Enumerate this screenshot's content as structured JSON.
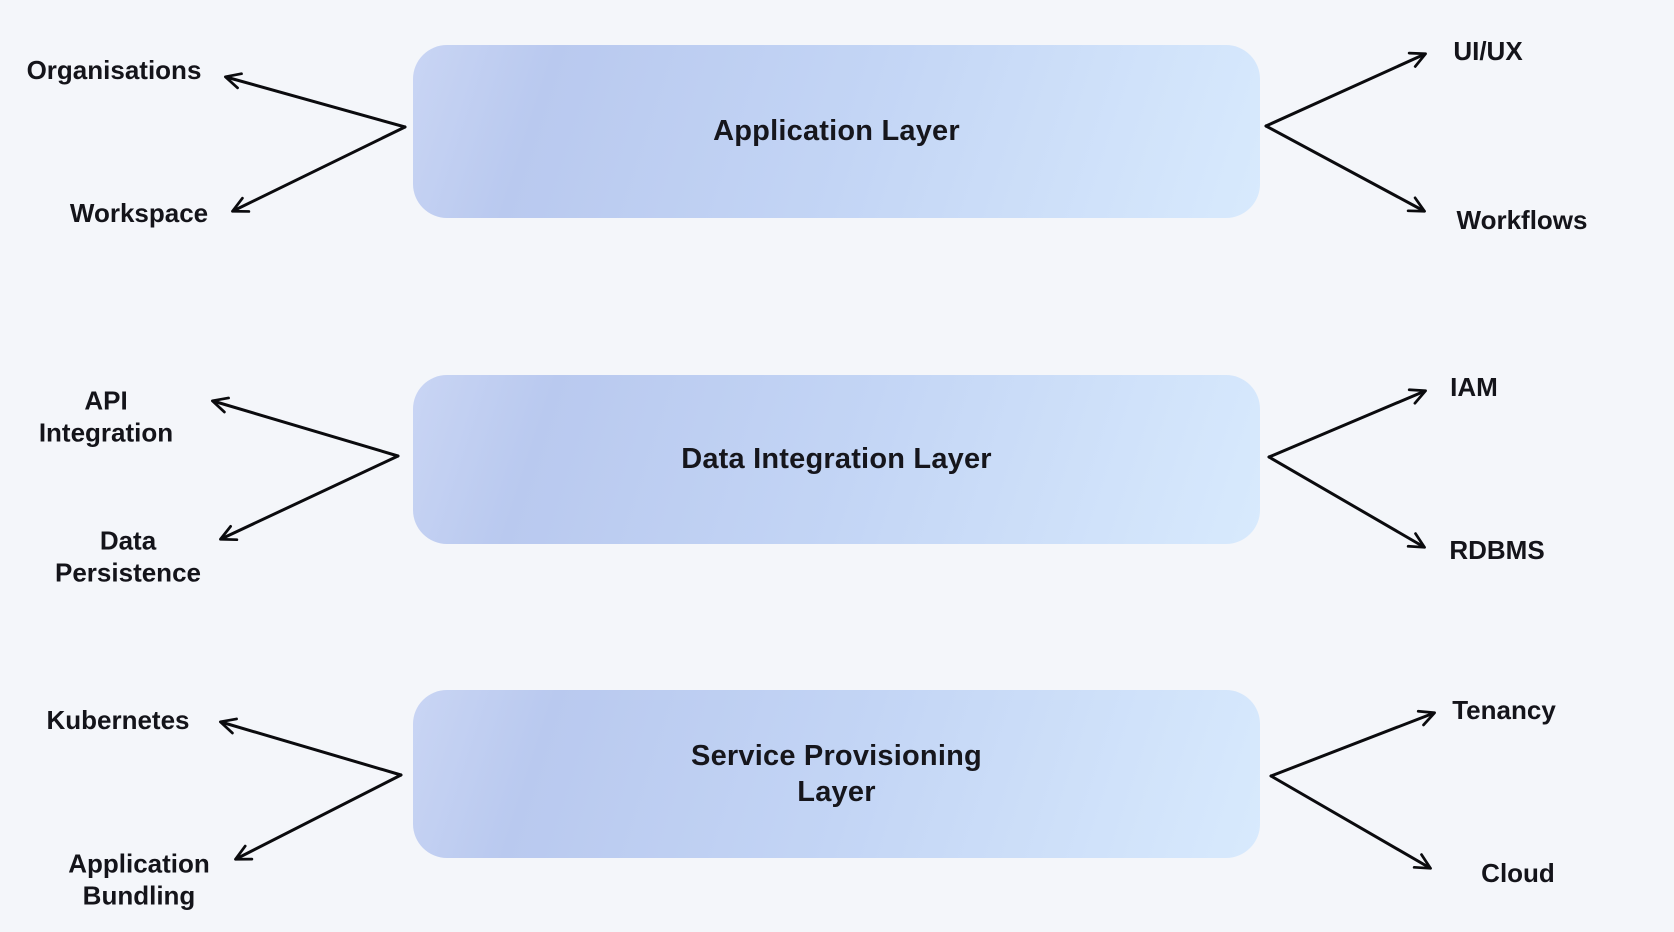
{
  "diagram": {
    "layers": [
      {
        "title": "Application  Layer",
        "left_nodes": [
          "Organisations",
          "Workspace"
        ],
        "right_nodes": [
          "UI/UX",
          "Workflows"
        ]
      },
      {
        "title": "Data Integration Layer",
        "left_nodes": [
          "API Integration",
          "Data Persistence"
        ],
        "right_nodes": [
          "IAM",
          "RDBMS"
        ]
      },
      {
        "title": "Service Provisioning Layer",
        "left_nodes": [
          "Kubernetes",
          "Application Bundling"
        ],
        "right_nodes": [
          "Tenancy",
          "Cloud"
        ]
      }
    ],
    "colors": {
      "background": "#f4f6fa",
      "box_gradient_start": "#b9c9ef",
      "box_gradient_end": "#d8eafd",
      "arrow": "#0b0b0e",
      "text": "#14141a"
    }
  }
}
